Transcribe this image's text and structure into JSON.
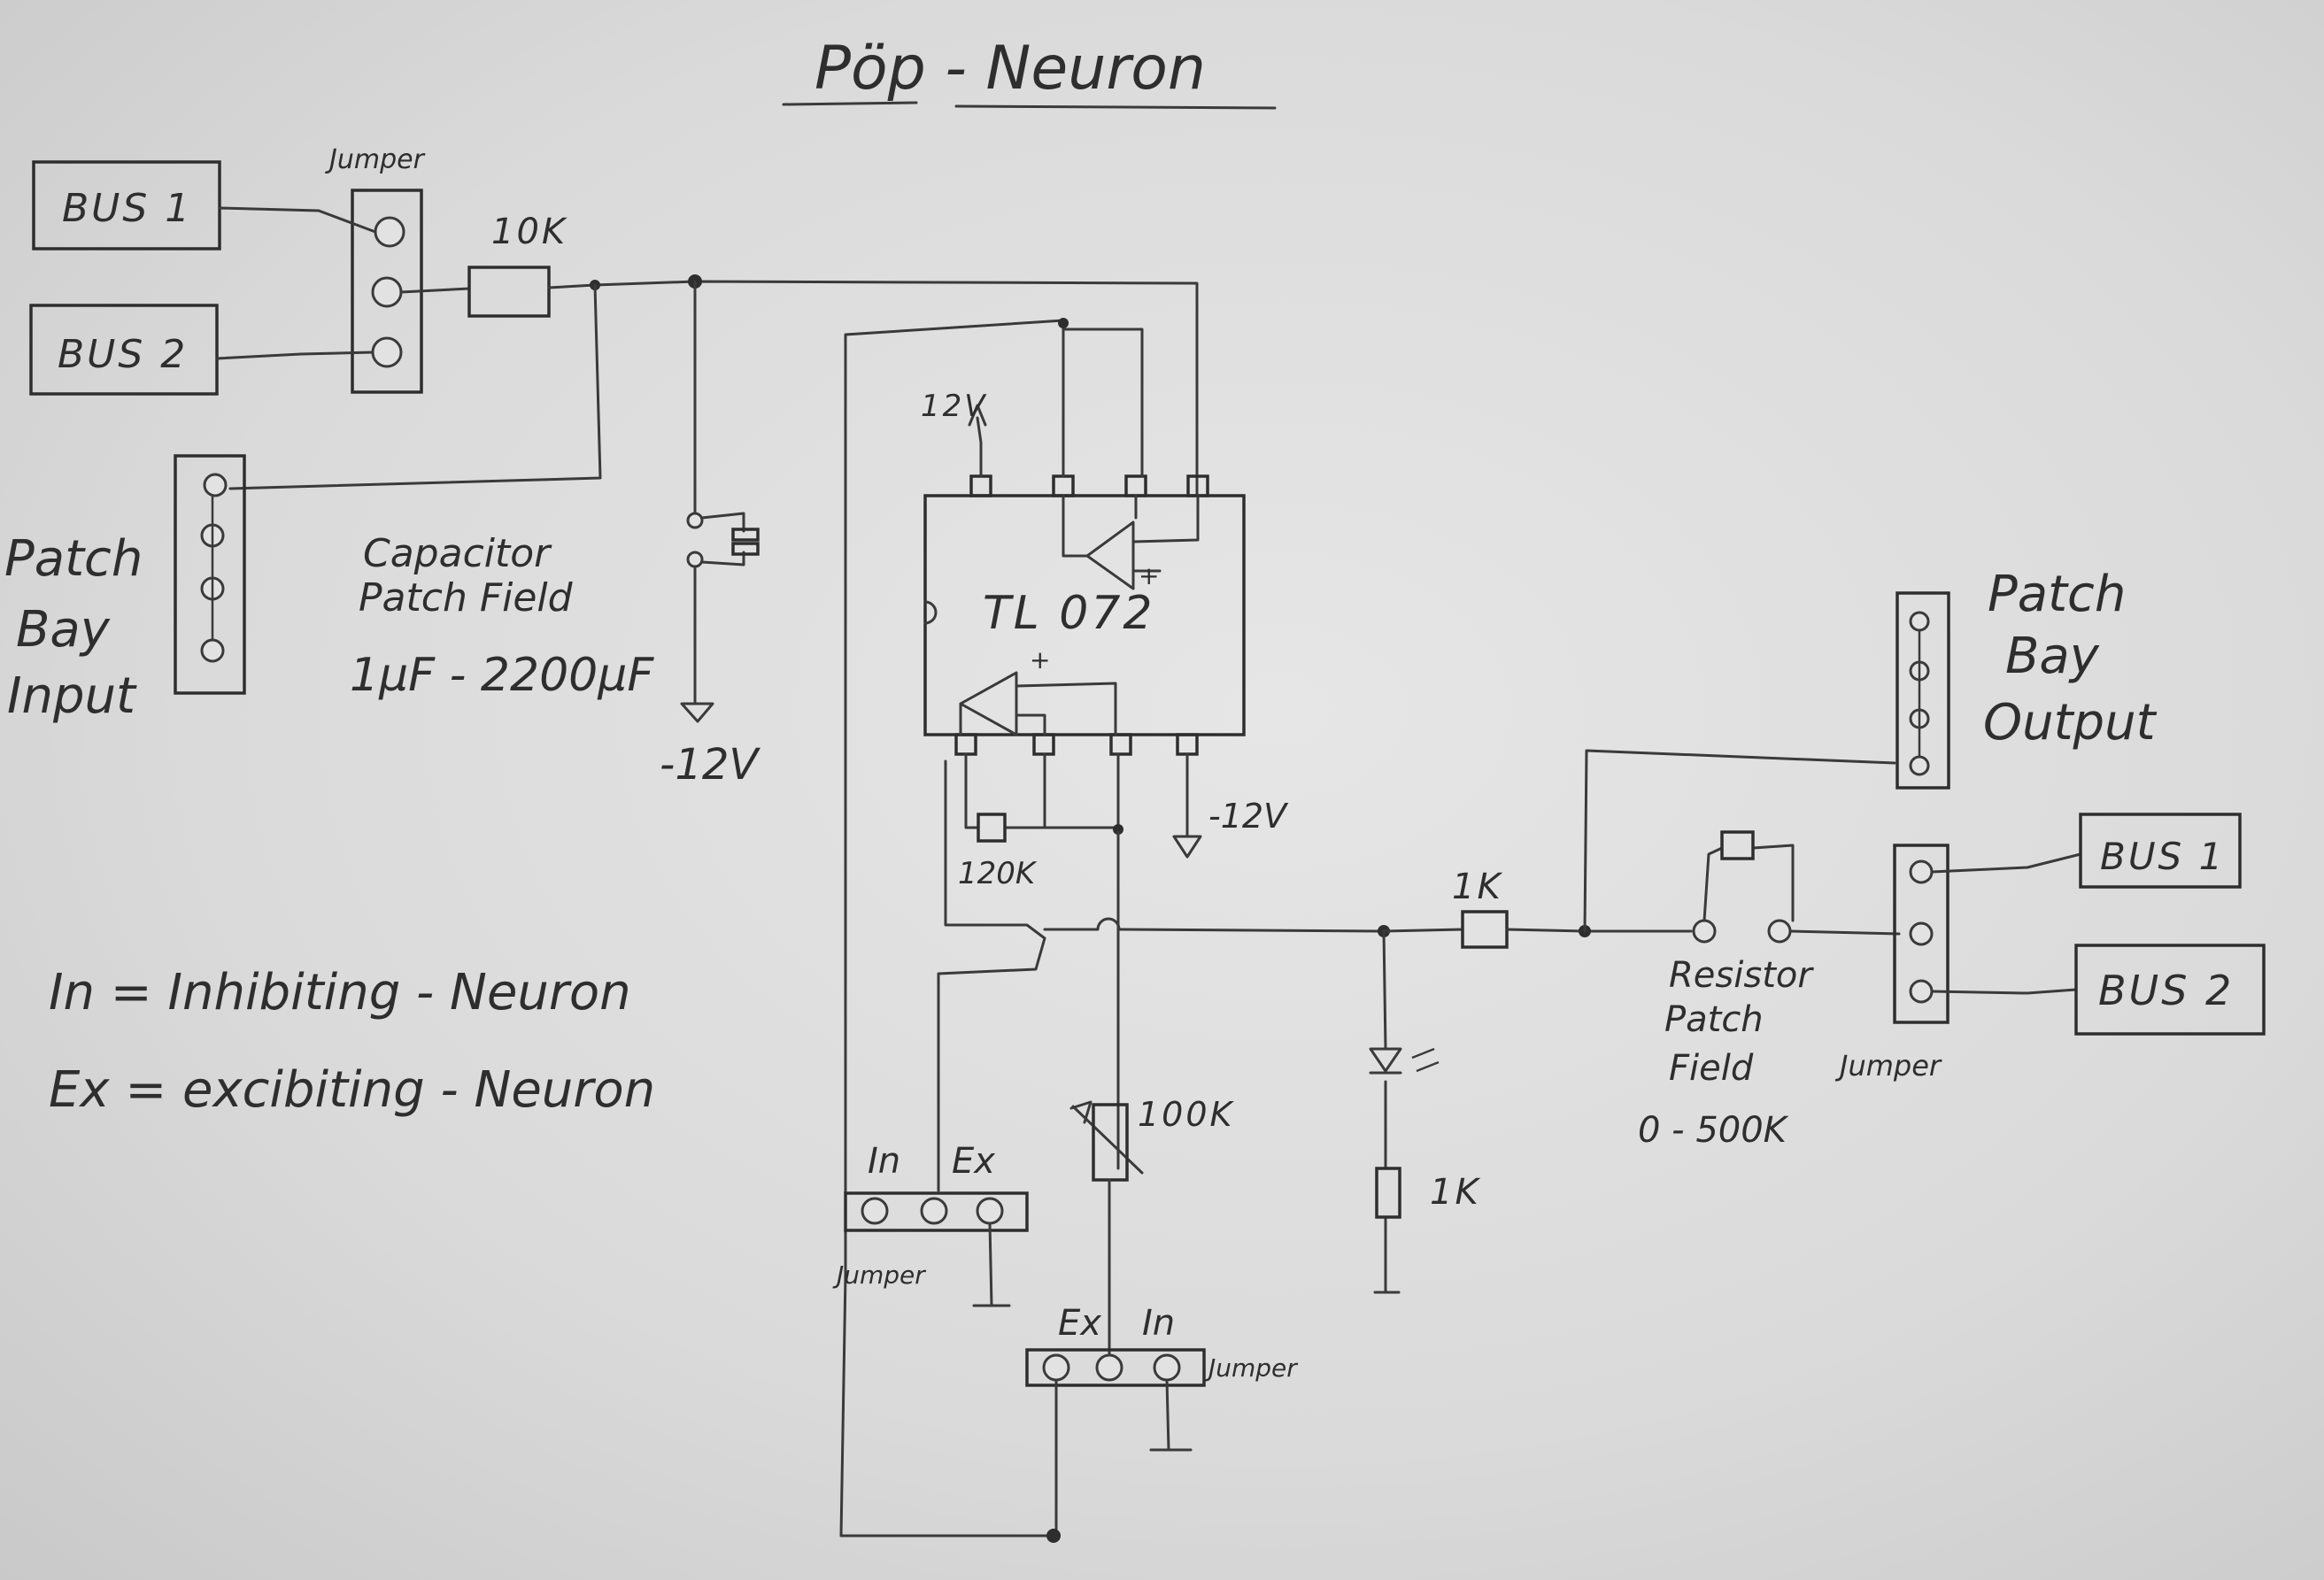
{
  "title": "Pöp - Neuron",
  "left": {
    "bus1": "BUS 1",
    "bus2": "BUS 2",
    "jumper": "Jumper",
    "resistor": "10K",
    "patch_bay_input": [
      "Patch",
      "Bay",
      "Input"
    ],
    "capacitor_field": [
      "Capacitor",
      "Patch Field",
      "1µF - 2200µF"
    ],
    "neg_supply": "-12V"
  },
  "opamp": {
    "label": "TL 072",
    "pos_supply": "12V",
    "neg_supply": "-12V",
    "feedback_resistor": "120K"
  },
  "legend": {
    "inhibiting": "In = Inhibiting - Neuron",
    "exciting": "Ex = excibiting - Neuron"
  },
  "jumper_a": {
    "in": "In",
    "ex": "Ex",
    "label": "Jumper"
  },
  "jumper_b": {
    "ex": "Ex",
    "in": "In",
    "label": "Jumper"
  },
  "pot": "100K",
  "led_branch": {
    "series_resistor": "1K",
    "led_resistor": "1K"
  },
  "right": {
    "patch_bay_output": [
      "Patch",
      "Bay",
      "Output"
    ],
    "resistor_field": [
      "Resistor",
      "Patch",
      "Field",
      "0 - 500K"
    ],
    "bus1": "BUS 1",
    "bus2": "BUS 2",
    "jumper": "Jumper"
  }
}
